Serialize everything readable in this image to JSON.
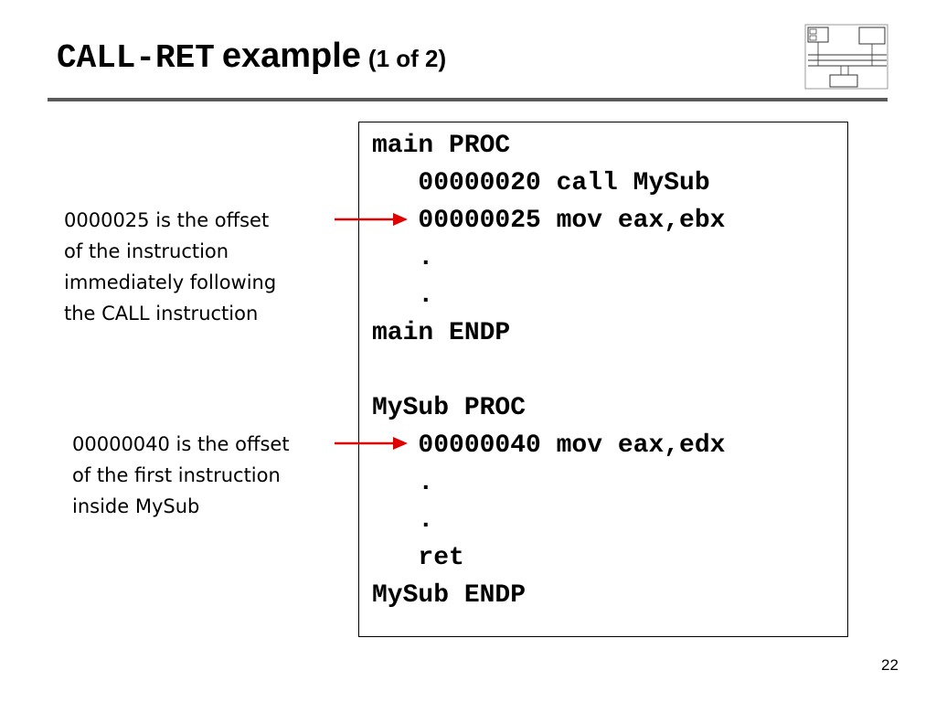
{
  "title": {
    "code_part": "CALL-RET",
    "text_part": "example",
    "sub_part": "(1 of 2)"
  },
  "code_lines": [
    "main PROC",
    "   00000020 call MySub",
    "   00000025 mov eax,ebx",
    "   .",
    "   .",
    "main ENDP",
    "",
    "MySub PROC",
    "   00000040 mov eax,edx",
    "   .",
    "   .",
    "   ret",
    "MySub ENDP"
  ],
  "annotations": [
    {
      "lines": [
        "0000025 is the offset",
        "of the instruction",
        "immediately following",
        "the CALL instruction"
      ]
    },
    {
      "lines": [
        "00000040 is the offset",
        "of the first instruction",
        "inside MySub"
      ]
    }
  ],
  "page_number": "22",
  "colors": {
    "arrow": "#e00000",
    "rule": "#5a5a5a"
  }
}
